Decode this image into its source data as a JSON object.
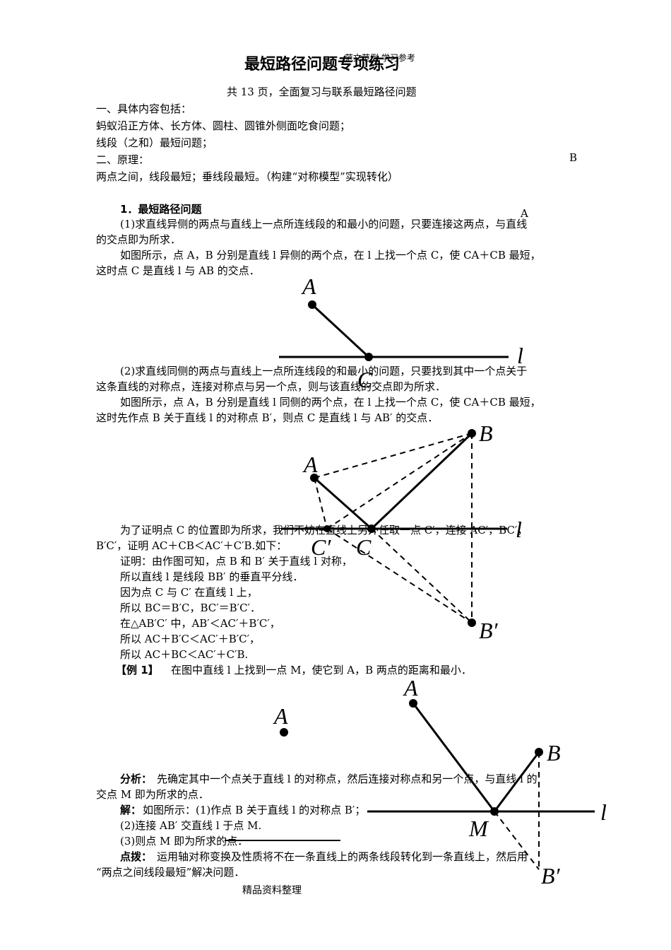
{
  "header_note": "范文范例  学习参考",
  "title": "最短路径问题专项练习",
  "subtitle": "共 13 页，全面复习与联系最短路径问题",
  "outline": [
    "一、具体内容包括：",
    "蚂蚁沿正方体、长方体、圆柱、圆锥外侧面吃食问题；",
    "线段（之和）最短问题；",
    "二、原理：",
    "两点之间，线段最短；垂线段最短。（构建“对称模型”实现转化）"
  ],
  "stray_B": "B",
  "stray_A": "A",
  "section1_title": "1．最短路径问题",
  "para1_line1": "(1)求直线异侧的两点与直线上一点所连线段的和最小的问题，只要连接这两点，与直线",
  "para1_line2": "的交点即为所求．",
  "para2_line1": "如图所示，点 A，B 分别是直线 l 异侧的两个点，在 l 上找一个点 C，使 CA＋CB 最短，",
  "para2_line2": "这时点 C 是直线 l 与 AB 的交点．",
  "para3_line1": "(2)求直线同侧的两点与直线上一点所连线段的和最小的问题，只要找到其中一个点关于",
  "para3_line2": "这条直线的对称点，连接对称点与另一个点，则与该直线的交点即为所求．",
  "para4_line1": "如图所示，点 A，B 分别是直线 l 同侧的两个点，在 l 上找一个点 C，使 CA＋CB 最短，",
  "para4_line2": "这时先作点 B 关于直线 l 的对称点 B′，则点 C 是直线 l 与 AB′ 的交点．",
  "proof_intro_line1": "为了证明点 C 的位置即为所求，我们不妨在直线上另外任取一点 C′，连接 AC′，BC′，",
  "proof_intro_line2": "B′C′，证明 AC＋CB＜AC′＋C′B.如下：",
  "proof_lines": [
    "证明：由作图可知，点 B 和 B′ 关于直线 l 对称，",
    "所以直线 l 是线段 BB′ 的垂直平分线．",
    "因为点 C 与 C′ 在直线 l 上，",
    "所以 BC＝B′C，BC′＝B′C′．",
    "在△AB′C′ 中，AB′＜AC′＋B′C′，",
    "所以 AC＋B′C＜AC′＋B′C′，",
    "所以 AC＋BC＜AC′＋C′B."
  ],
  "example_tag": "【例 1】",
  "example_text": "在图中直线 l 上找到一点 M，使它到 A，B 两点的距离和最小．",
  "analysis_label": "分析：",
  "analysis_line1": "先确定其中一个点关于直线 l 的对称点，然后连接对称点和另一个点，与直线 l 的",
  "analysis_line2": "交点 M 即为所求的点．",
  "solution_label": "解：",
  "solution_lines": [
    "如图所示：(1)作点 B 关于直线 l 的对称点 B′；",
    "(2)连接 AB′ 交直线 l 于点 M.",
    "(3)则点 M 即为所求的点．"
  ],
  "tip_label": "点拨：",
  "tip_line1": "运用轴对称变换及性质将不在一条直线上的两条线段转化到一条直线上，然后用",
  "tip_line2": "“两点之间线段最短”解决问题．",
  "footer": "精品资料整理",
  "fig1": {
    "A": "A",
    "C": "C",
    "l": "l"
  },
  "fig2": {
    "A": "A",
    "B": "B",
    "C": "C",
    "Cp": "C′",
    "Bp": "B′",
    "l": "l"
  },
  "fig3": {
    "A": "A"
  },
  "fig4": {
    "A": "A",
    "B": "B",
    "M": "M",
    "Bp": "B′",
    "l": "l"
  }
}
